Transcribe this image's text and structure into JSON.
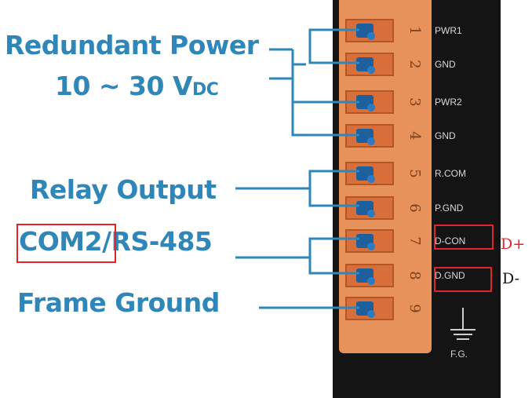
{
  "labels": {
    "redundant_power_line1": "Redundant Power",
    "redundant_power_line2": "10 ~ 30 V",
    "redundant_power_sub": "DC",
    "relay_output": "Relay Output",
    "com2_box": "COM2",
    "rs485_suffix": "/RS-485",
    "frame_ground": "Frame Ground"
  },
  "terminals": [
    {
      "number": "1",
      "pin": "PWR1"
    },
    {
      "number": "2",
      "pin": "GND"
    },
    {
      "number": "3",
      "pin": "PWR2"
    },
    {
      "number": "4",
      "pin": "GND"
    },
    {
      "number": "5",
      "pin": "R.COM"
    },
    {
      "number": "6",
      "pin": "P.GND"
    },
    {
      "number": "7",
      "pin": "D-CON"
    },
    {
      "number": "8",
      "pin": "D.GND"
    },
    {
      "number": "9",
      "pin": ""
    }
  ],
  "fg_label": "F.G.",
  "annotations": {
    "d_plus": "D+",
    "d_minus": "D-"
  },
  "colors": {
    "label_blue": "#2f86b9",
    "wire_blue": "#2f86b9",
    "highlight_red": "#e0242a",
    "terminal_orange": "#e6925a",
    "body_black": "#141414"
  }
}
